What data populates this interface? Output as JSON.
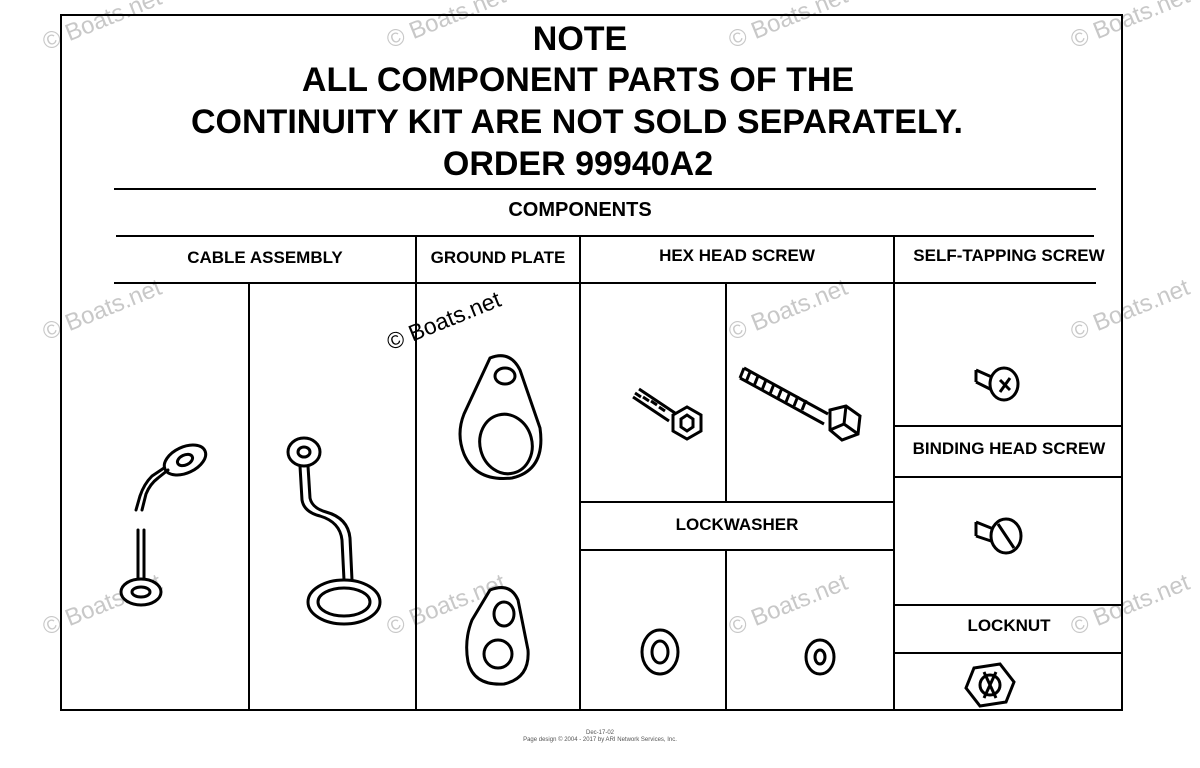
{
  "note": {
    "heading": "NOTE",
    "line1": "ALL COMPONENT PARTS OF THE",
    "line2": "CONTINUITY KIT ARE NOT SOLD SEPARATELY.",
    "line3": "ORDER 99940A2"
  },
  "components_title": "COMPONENTS",
  "columns": {
    "cable_assembly": "CABLE ASSEMBLY",
    "ground_plate": "GROUND PLATE",
    "hex_head_screw": "HEX HEAD SCREW",
    "self_tapping_screw": "SELF-TAPPING SCREW",
    "lockwasher": "LOCKWASHER",
    "binding_head_screw": "BINDING HEAD SCREW",
    "locknut": "LOCKNUT"
  },
  "watermark": "© Boats.net",
  "footer": {
    "line1": "Dec-17-02",
    "line2": "Page design © 2004 - 2017 by ARI Network Services, Inc."
  }
}
